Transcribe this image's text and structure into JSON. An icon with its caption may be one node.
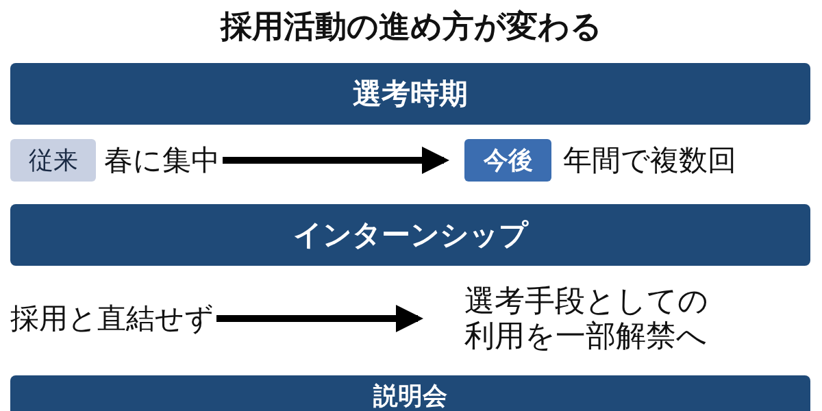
{
  "diagram": {
    "title": "採用活動の進め方が変わる",
    "nodes": [
      {
        "text": [
          "選考時期"
        ]
      },
      {
        "text": [
          "従来"
        ]
      },
      {
        "text": [
          "春に集中"
        ]
      },
      {
        "text": [
          "今後"
        ]
      },
      {
        "text": [
          "年間で複数回"
        ]
      },
      {
        "text": [
          "インターンシップ"
        ]
      },
      {
        "text": [
          "採用と直結せず"
        ]
      },
      {
        "text": [
          "選考手段としての利用を一部解禁へ"
        ]
      },
      {
        "text": [
          "説明会"
        ]
      }
    ],
    "edges": [
      {
        "from": 2,
        "to": 3,
        "arrow": "to"
      },
      {
        "from": 6,
        "to": 7,
        "arrow": "to"
      }
    ]
  }
}
